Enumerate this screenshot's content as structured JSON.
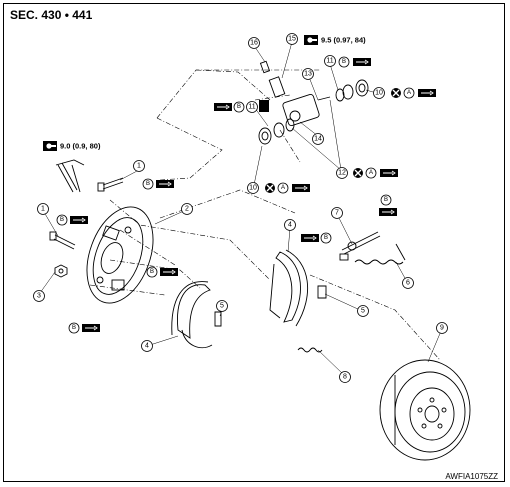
{
  "header": {
    "section": "SEC. 430 • 441"
  },
  "footer": {
    "code": "AWFIA1075ZZ"
  },
  "torques": [
    {
      "id": "torque-upper",
      "text": "9.5 (0.97, 84)"
    },
    {
      "id": "torque-left",
      "text": "9.0 (0.9, 80)"
    }
  ],
  "callouts": [
    "1",
    "1",
    "2",
    "3",
    "4",
    "4",
    "5",
    "5",
    "6",
    "7",
    "8",
    "9",
    "10",
    "10",
    "11",
    "11",
    "12",
    "13",
    "14",
    "15",
    "16"
  ],
  "symbols": {
    "grease": "B",
    "replace": "A"
  },
  "icons": [
    "wrench-torque-icon",
    "cross-circle-icon",
    "grease-brush-icon",
    "brake-fluid-icon"
  ]
}
